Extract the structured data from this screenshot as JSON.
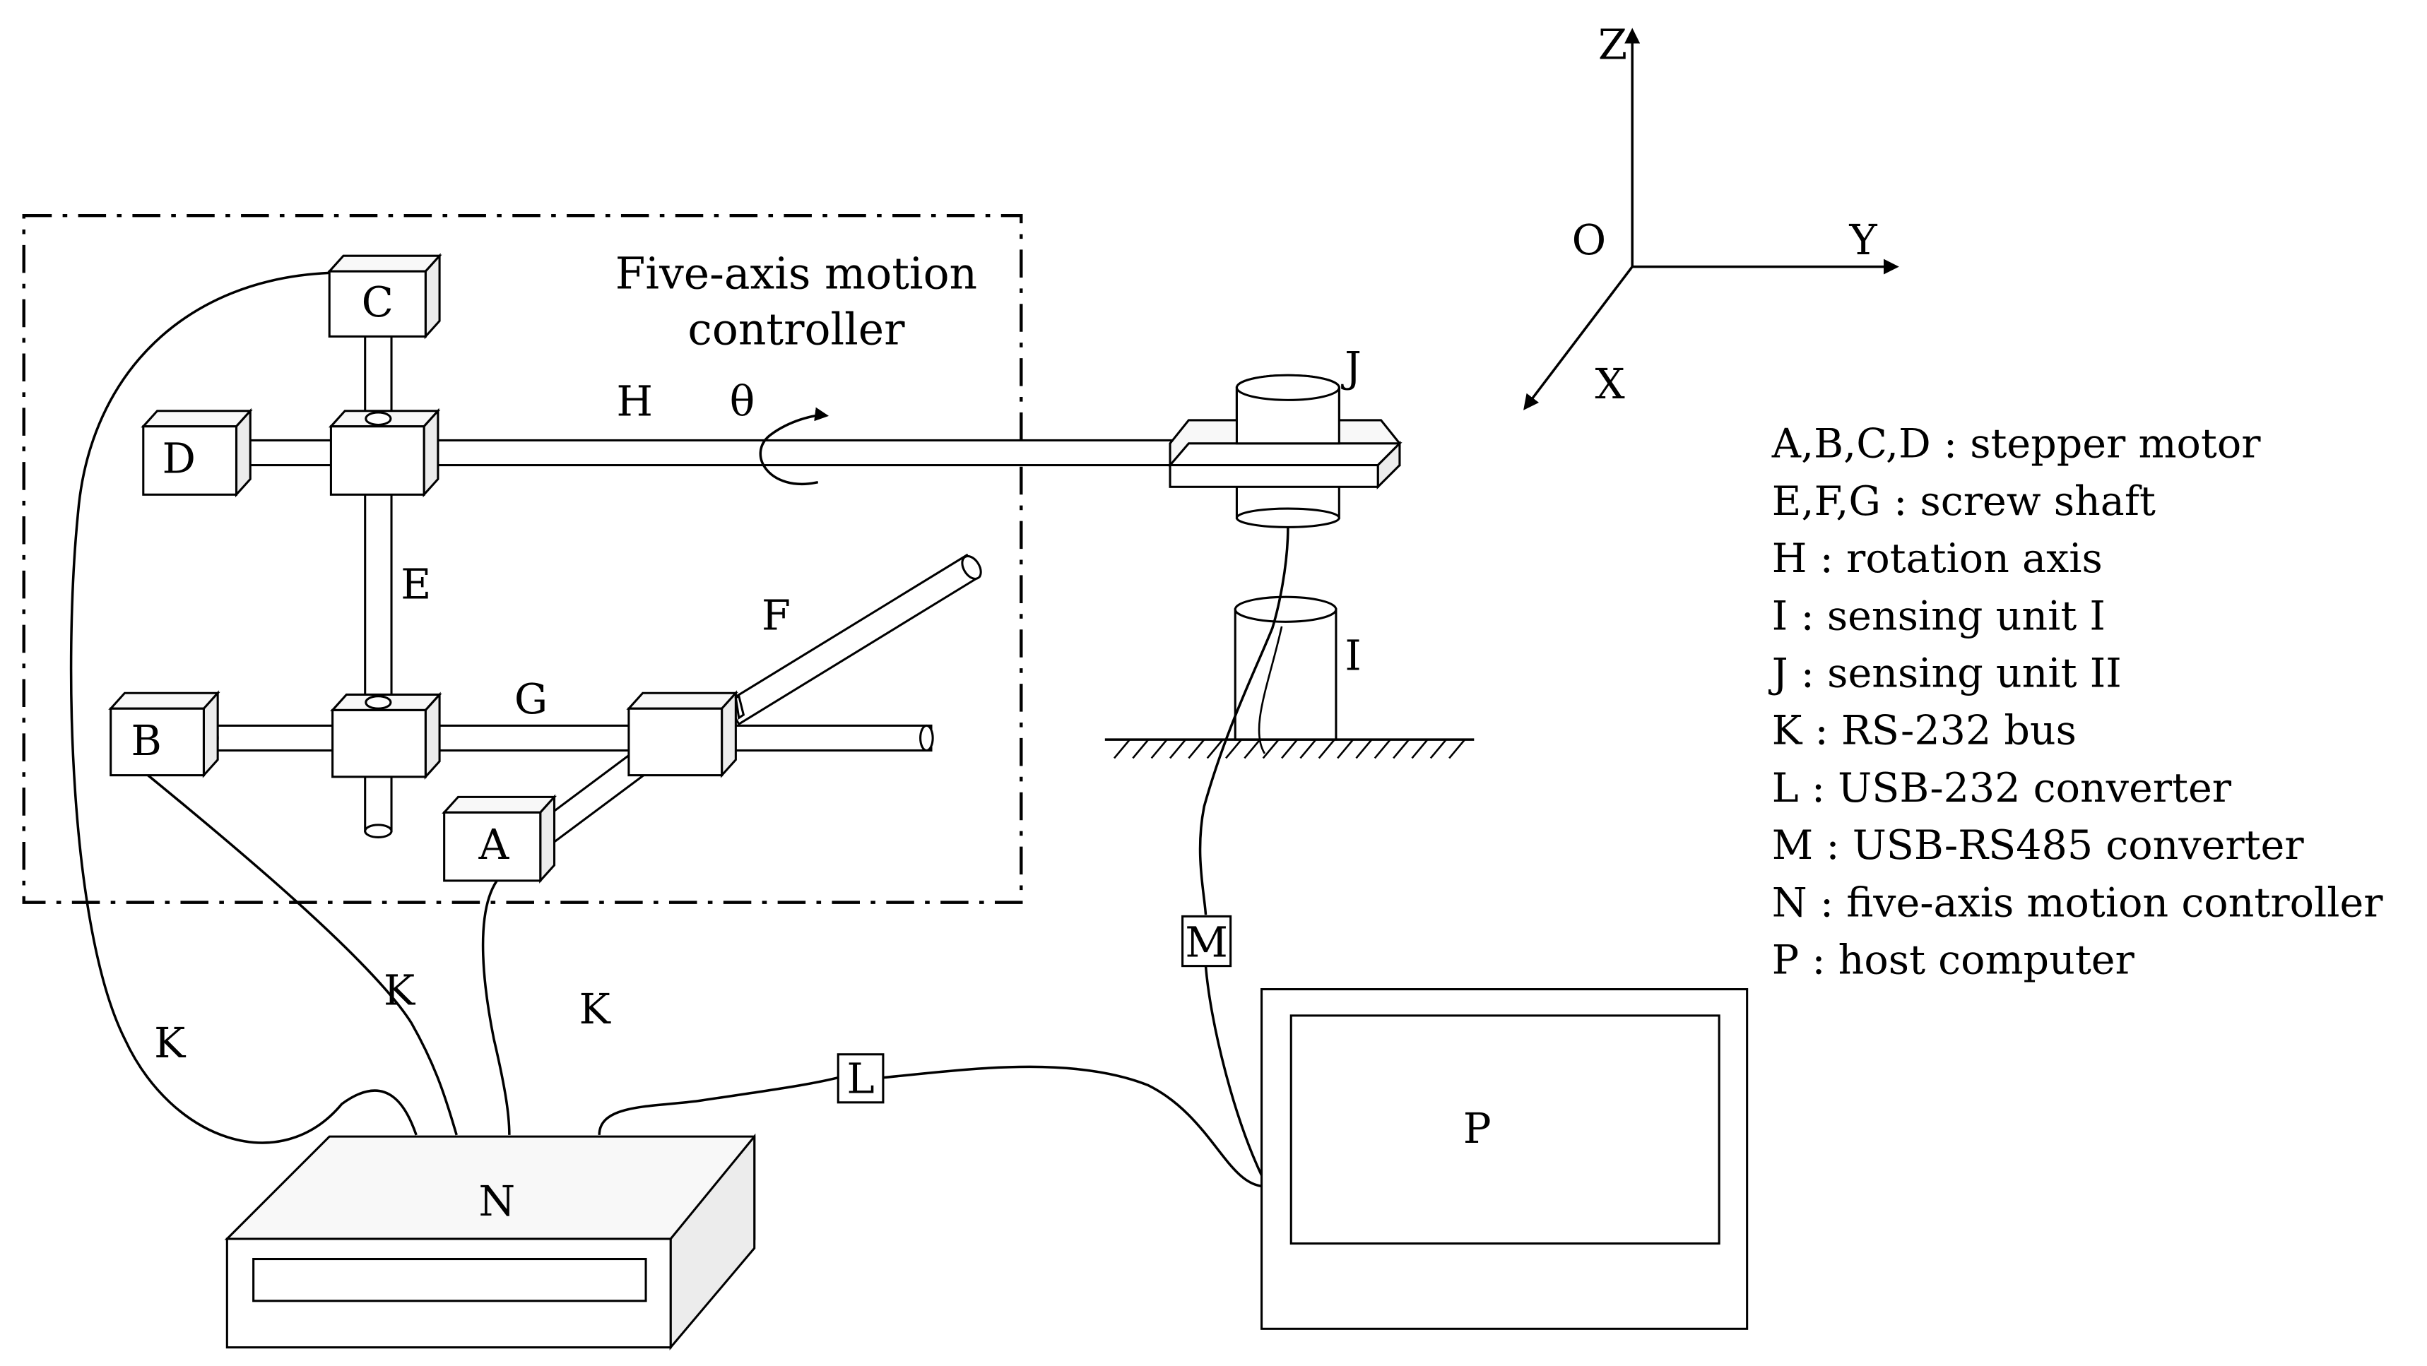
{
  "title": {
    "line1": "Five-axis motion",
    "line2": "controller"
  },
  "axes": {
    "z": "Z",
    "y": "Y",
    "x": "X",
    "origin": "O"
  },
  "labels": {
    "A": "A",
    "B": "B",
    "C": "C",
    "D": "D",
    "E": "E",
    "F": "F",
    "G": "G",
    "H": "H",
    "I": "I",
    "J": "J",
    "L": "L",
    "M": "M",
    "N": "N",
    "P": "P",
    "theta": "θ",
    "K": [
      "K",
      "K",
      "K"
    ]
  },
  "legend": [
    "A,B,C,D : stepper motor",
    "E,F,G : screw shaft",
    "H : rotation axis",
    "I : sensing unit I",
    "J : sensing unit II",
    "K : RS-232 bus",
    "L : USB-232 converter",
    "M : USB-RS485 converter",
    "N : five-axis motion controller",
    "P : host computer"
  ]
}
